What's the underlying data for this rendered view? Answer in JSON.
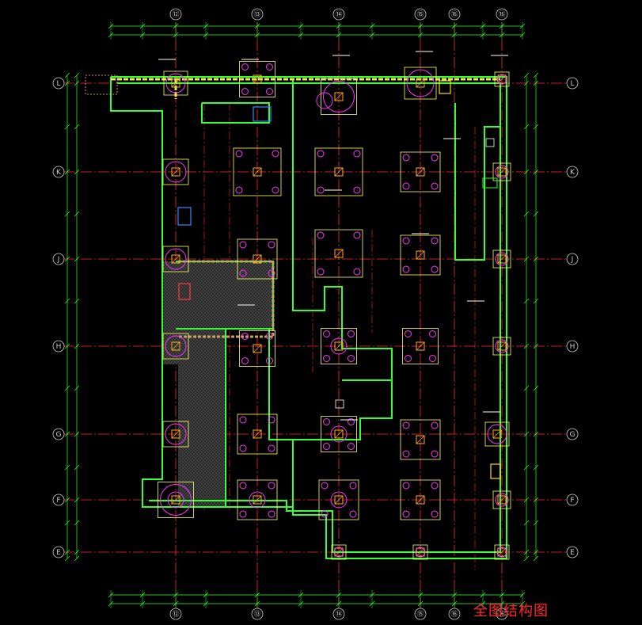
{
  "drawing": {
    "caption": "全图结构图",
    "background": "#000000",
    "colors": {
      "axis_line": "#ff2a2a",
      "grid_green": "#33ff33",
      "wall_yellow": "#e8e85a",
      "pile_magenta": "#ff33ff",
      "cap_yellow": "#ffff66",
      "hatch_gray": "#7a7a7a",
      "stair_blue": "#3388ff",
      "label_white": "#ffffff",
      "bubble": "#cccccc"
    },
    "axes": {
      "top": [
        "⑫",
        "⑬",
        "⑭",
        "⑮",
        "⑯",
        "⑯"
      ],
      "bottom": [
        "⑫",
        "⑬",
        "⑭",
        "⑮",
        "⑯",
        "⑯"
      ],
      "left": [
        "L",
        "K",
        "J",
        "H",
        "G",
        "F",
        "E"
      ],
      "right": [
        "L",
        "K",
        "J",
        "H",
        "G",
        "F",
        "E"
      ]
    }
  }
}
